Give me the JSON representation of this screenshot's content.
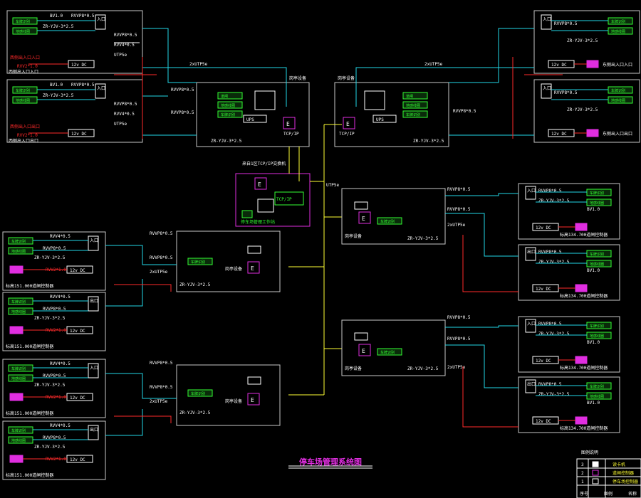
{
  "title": "停车场管理系统图",
  "colors": {
    "background": "#000000",
    "panel": "#c8c8c8",
    "cyan": "#22d8e8",
    "white": "#ffffff",
    "red": "#ff2a2a",
    "green": "#33ff33",
    "magenta": "#e02ee0",
    "yellow": "#ffff33",
    "device_fill": "#0a2a0a"
  },
  "cable_labels": {
    "rvvp": "RVVP8*0.5",
    "rvv": "RVV4*0.5",
    "rvv2": "RVV2*1.0",
    "utp": "2xUTP5e",
    "utp1": "UTP5e",
    "zr": "ZR-YJV-3*2.5",
    "dc": "12v DC",
    "bv": "BV1.0"
  },
  "panel_labels": {
    "west_entry": "西侧出入口入口",
    "west_exit": "西侧出入口出口",
    "east_entry": "东侧出入口入口",
    "east_exit": "东侧出入口出口",
    "guard_west": "岗亭设备",
    "guard_east": "岗亭设备",
    "center_note": "来自1区TCP/IP交换机",
    "network_box": "停车场管理工作站",
    "lane_entry": "入口",
    "lane_exit": "出口",
    "device": "道闸",
    "device2": "地感线圈",
    "device3": "车牌识别",
    "ups": "UPS",
    "switch": "TCP/IP",
    "level_w1": "标高151.000道闸控制器",
    "level_w2": "标高151.000道闸控制器",
    "level_e1": "标高134.700道闸控制器",
    "level_e2": "标高134.700道闸控制器"
  },
  "legend": {
    "header": "图例说明",
    "rows": [
      {
        "no": "3",
        "text": "读卡机"
      },
      {
        "no": "2",
        "text": "道闸控制器"
      },
      {
        "no": "1",
        "text": "停车场控制器"
      }
    ],
    "footer": [
      "序号",
      "图例",
      "名称"
    ]
  }
}
